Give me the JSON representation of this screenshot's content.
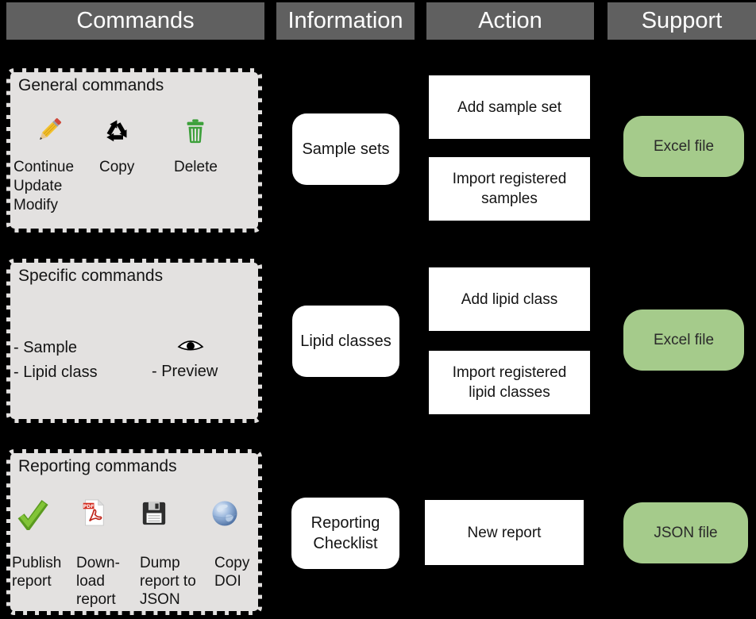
{
  "header": {
    "commands": "Commands",
    "information": "Information",
    "action": "Action",
    "support": "Support"
  },
  "general": {
    "title": "General commands",
    "items": [
      {
        "icon": "pencil-icon",
        "lines": [
          "Continue",
          "Update",
          "Modify"
        ]
      },
      {
        "icon": "recycle-icon",
        "lines": [
          "Copy"
        ]
      },
      {
        "icon": "trash-icon",
        "lines": [
          "Delete"
        ]
      }
    ]
  },
  "specific": {
    "title": "Specific commands",
    "lines": [
      "- Sample",
      "- Lipid class"
    ],
    "preview_icon": "eye-icon",
    "preview_label": "- Preview"
  },
  "reporting": {
    "title": "Reporting commands",
    "pdf_badge": "PDF",
    "items": [
      {
        "icon": "check-icon",
        "lines": [
          "Publish",
          "report"
        ]
      },
      {
        "icon": "pdf-icon",
        "lines": [
          "Down-",
          "load",
          "report"
        ]
      },
      {
        "icon": "floppy-icon",
        "lines": [
          "Dump",
          "report to",
          "JSON"
        ]
      },
      {
        "icon": "globe-icon",
        "lines": [
          "Copy",
          "DOI"
        ]
      }
    ]
  },
  "information_col": {
    "sample_sets": "Sample sets",
    "lipid_classes": "Lipid classes",
    "reporting_checklist": "Reporting Checklist"
  },
  "action_col": {
    "add_sample_set": "Add sample set",
    "import_registered_samples": "Import registered samples",
    "add_lipid_class": "Add lipid class",
    "import_registered_lipid_classes": "Import registered lipid classes",
    "new_report": "New report"
  },
  "support_col": {
    "excel_row1": "Excel file",
    "excel_row2": "Excel file",
    "json_row3": "JSON file"
  },
  "colors": {
    "background": "#000000",
    "header_bg": "#606060",
    "panel_bg": "#e3e1e0",
    "support_green": "#a5cb8b",
    "box_white": "#ffffff"
  }
}
